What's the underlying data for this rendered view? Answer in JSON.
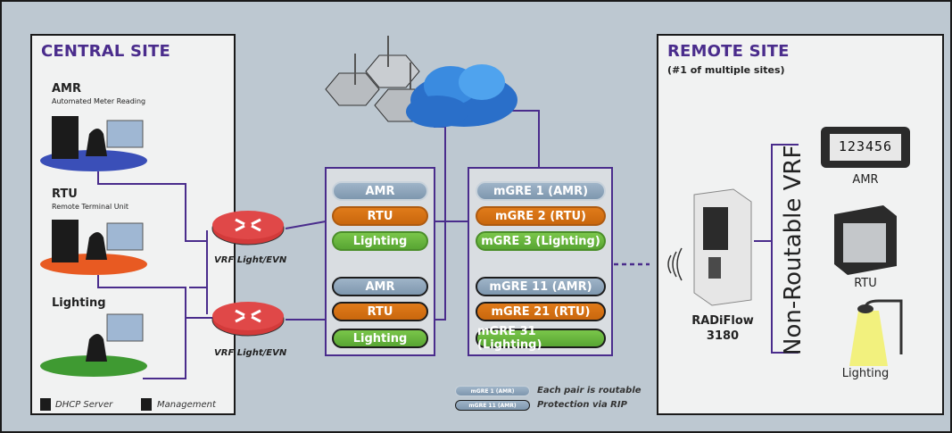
{
  "central": {
    "title": "CENTRAL SITE",
    "devices": [
      {
        "title": "AMR",
        "subtitle": "Automated Meter Reading"
      },
      {
        "title": "RTU",
        "subtitle": "Remote Terminal Unit"
      },
      {
        "title": "Lighting",
        "subtitle": ""
      }
    ],
    "legend": {
      "dhcp": "DHCP Server",
      "mgmt": "Management"
    }
  },
  "routers": [
    {
      "label": "VRF Light/EVN"
    },
    {
      "label": "VRF Light/EVN"
    }
  ],
  "vrf_box": {
    "group1": [
      "AMR",
      "RTU",
      "Lighting"
    ],
    "group2": [
      "AMR",
      "RTU",
      "Lighting"
    ]
  },
  "mgre_box": {
    "group1": [
      "mGRE 1 (AMR)",
      "mGRE 2 (RTU)",
      "mGRE 3 (Lighting)"
    ],
    "group2": [
      "mGRE 11 (AMR)",
      "mGRE 21 (RTU)",
      "mGRE 31 (Lighting)"
    ]
  },
  "legend": {
    "pill1": "mGRE 1 (AMR)",
    "pill2": "mGRE 11 (AMR)",
    "text1": "Each pair is routable",
    "text2": "Protection via RIP"
  },
  "remote": {
    "title": "REMOTE SITE",
    "subtitle": "(#1 of multiple sites)",
    "router_name": "RADiFlow",
    "router_model": "3180",
    "vertical_label": "Non-Routable VRF",
    "meter_digits": "123456",
    "devices": [
      "AMR",
      "RTU",
      "Lighting"
    ]
  },
  "colors": {
    "background": "#bdc8d1",
    "accent": "#4a2c8c",
    "orange": "#d9731a",
    "green": "#6ab73e",
    "gray_pill": "#8fa5bb"
  }
}
